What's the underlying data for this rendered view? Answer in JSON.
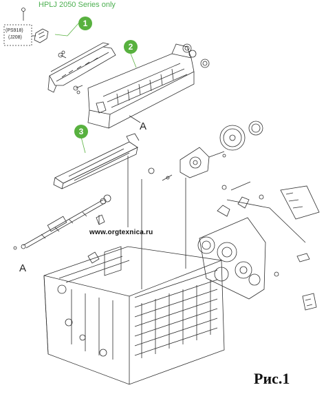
{
  "header": {
    "series_title": "HPLJ 2050 Series only"
  },
  "connectors": {
    "line1": "(PS918)",
    "line2": "(J208)"
  },
  "callouts": [
    {
      "number": "1"
    },
    {
      "number": "2"
    },
    {
      "number": "3"
    }
  ],
  "reference_labels": {
    "a_upper": "A",
    "a_lower": "A"
  },
  "watermark": "www.orgtexnica.ru",
  "figure_caption": "Рис.1",
  "colors": {
    "callout_green": "#58b13f",
    "line": "#2b2b2b",
    "paper": "#ffffff"
  }
}
